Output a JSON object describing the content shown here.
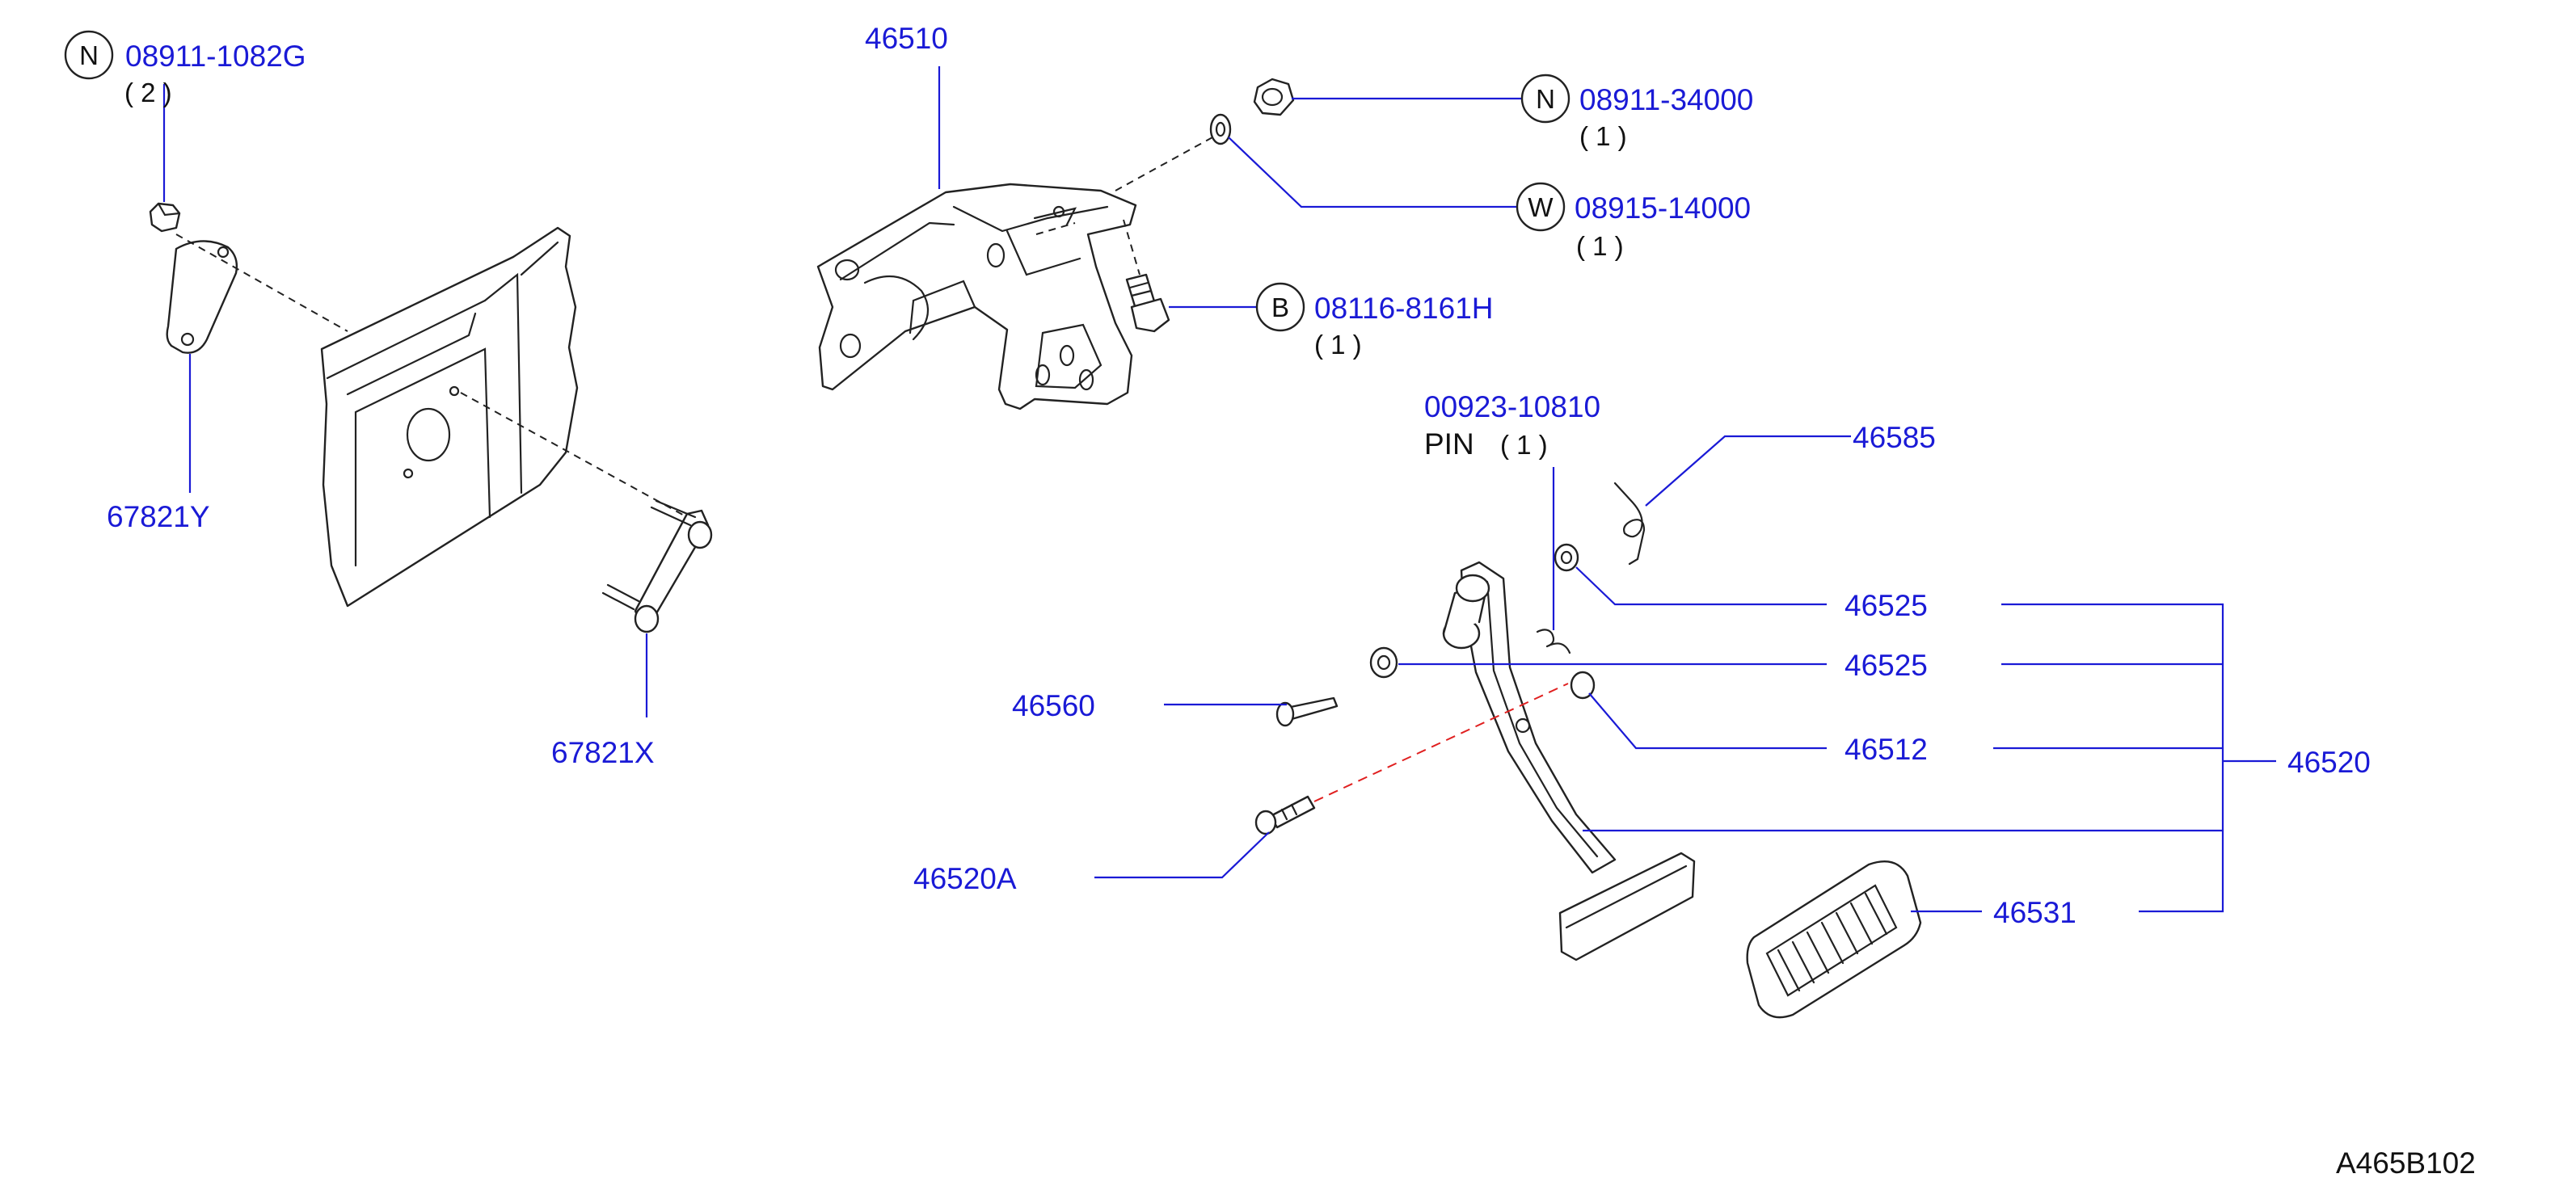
{
  "diagram": {
    "colors": {
      "label": "#1a1ad6",
      "leader": "#1a1ad6",
      "drawing": "#222222",
      "accent_dash": "#e02020"
    },
    "parts": {
      "nut_08911_1082G": {
        "symbol": "N",
        "part_no": "08911-1082G",
        "qty": "( 2 )"
      },
      "bracket_46510": {
        "part_no": "46510"
      },
      "nut_08911_34000": {
        "symbol": "N",
        "part_no": "08911-34000",
        "qty": "( 1 )"
      },
      "washer_08915_14000": {
        "symbol": "W",
        "part_no": "08915-14000",
        "qty": "( 1 )"
      },
      "bolt_08116_8161H": {
        "symbol": "B",
        "part_no": "08116-8161H",
        "qty": "( 1 )"
      },
      "plate_67821Y": {
        "part_no": "67821Y"
      },
      "stud_67821X": {
        "part_no": "67821X"
      },
      "pin_00923_10810": {
        "part_no": "00923-10810",
        "name": "PIN",
        "qty": "( 1 )"
      },
      "spring_46585": {
        "part_no": "46585"
      },
      "bushing_46525_a": {
        "part_no": "46525"
      },
      "bushing_46525_b": {
        "part_no": "46525"
      },
      "stopper_46512": {
        "part_no": "46512"
      },
      "pedal_assy_46520": {
        "part_no": "46520"
      },
      "pin_46560": {
        "part_no": "46560"
      },
      "bolt_46520A": {
        "part_no": "46520A"
      },
      "pad_46531": {
        "part_no": "46531"
      }
    },
    "figure_code": "A465B102"
  }
}
